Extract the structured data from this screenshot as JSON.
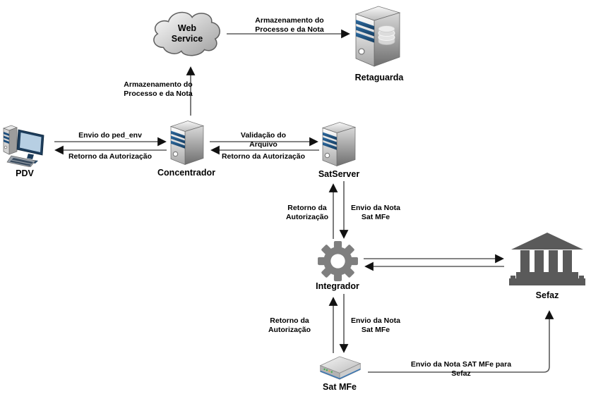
{
  "diagram": {
    "nodes": {
      "web_service": "Web\nService",
      "retaguarda": "Retaguarda",
      "pdv": "PDV",
      "concentrador": "Concentrador",
      "satserver": "SatServer",
      "integrador": "Integrador",
      "sefaz": "Sefaz",
      "sat_mfe": "Sat MFe"
    },
    "edges": {
      "concentrador_to_webservice": "Armazenamento do\nProcesso e da Nota",
      "webservice_to_retaguarda": "Armazenamento do\nProcesso e da Nota",
      "pdv_to_concentrador": "Envio do ped_env",
      "concentrador_to_pdv": "Retorno da Autorização",
      "concentrador_to_satserver": "Validação do Arquivo",
      "satserver_to_concentrador": "Retorno da Autorização",
      "integrador_to_satserver": "Retorno da\nAutorização",
      "satserver_to_integrador": "Envio da Nota\nSat MFe",
      "satmfe_to_integrador": "Retorno da Autorização",
      "integrador_to_satmfe": "Envio da Nota\nSat MFe",
      "satmfe_to_sefaz": "Envio da Nota SAT MFe para Sefaz"
    },
    "colors": {
      "arrow": "#5c5c5c",
      "arrowhead": "#111111",
      "server_stripe": "#1c4d7c",
      "building": "#5a5a5a",
      "gear": "#7f7f7f",
      "led": "#3fae49"
    }
  }
}
